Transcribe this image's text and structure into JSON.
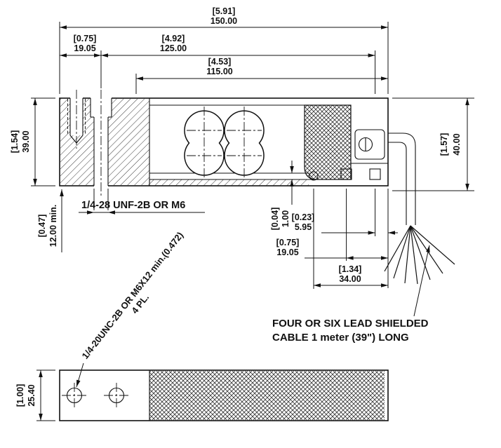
{
  "drawing": {
    "dims": {
      "overall": {
        "inch": "[5.91]",
        "mm": "150.00"
      },
      "offset_19": {
        "inch": "[0.75]",
        "mm": "19.05"
      },
      "len_125": {
        "inch": "[4.92]",
        "mm": "125.00"
      },
      "len_115": {
        "inch": "[4.53]",
        "mm": "115.00"
      },
      "height_left": {
        "inch": "[1.54]",
        "mm": "39.00"
      },
      "height_right": {
        "inch": "[1.57]",
        "mm": "40.00"
      },
      "thread_depth": {
        "inch": "[0.47]",
        "mm": "12.00 min."
      },
      "web_gap": {
        "inch": "[0.04]",
        "mm": "1.00"
      },
      "edge_595": {
        "inch": "[0.23]",
        "mm": "5.95"
      },
      "edge_1905": {
        "inch": "[0.75]",
        "mm": "19.05"
      },
      "edge_34": {
        "inch": "[1.34]",
        "mm": "34.00"
      },
      "width": {
        "inch": "[1.00]",
        "mm": "25.40"
      }
    },
    "labels": {
      "thread_top": "1/4-28 UNF-2B OR M6",
      "thread_bottom_line1": "1/4-20UNC-2B OR M6X12 min.(0.472)",
      "thread_bottom_line2": "4 PL.",
      "cable_note_line1": "FOUR OR SIX LEAD SHIELDED",
      "cable_note_line2": "CABLE 1 meter (39\") LONG"
    }
  }
}
